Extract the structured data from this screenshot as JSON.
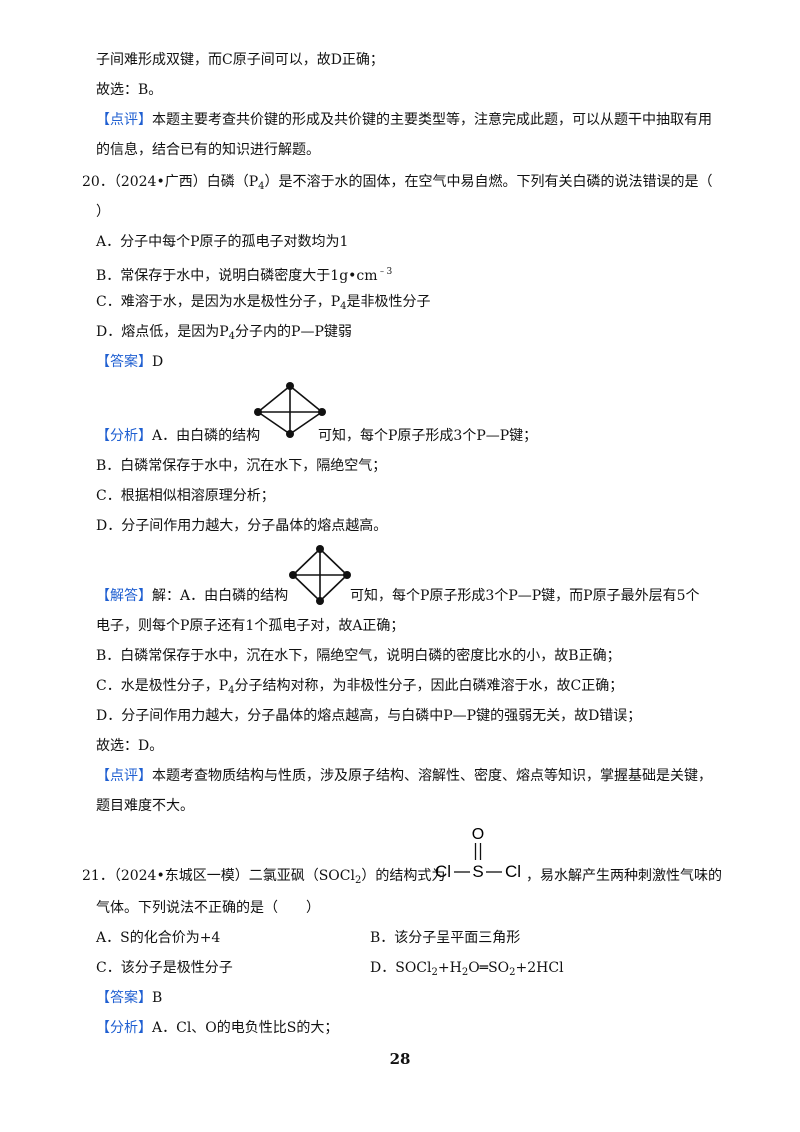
{
  "lines": {
    "l1": "子间难形成双键，而C原子间可以，故D正确；",
    "l2": "故选：B。",
    "l3_tag": "【点评】",
    "l3_text": "本题主要考查共价键的形成及共价键的主要类型等，注意完成此题，可以从题干中抽取有用",
    "l4": "的信息，结合已有的知识进行解题。"
  },
  "q20": {
    "number": "20．",
    "stem_a": "（2024•广西）白磷（P",
    "stem_sub": "4",
    "stem_b": "）是不溶于水的固体，在空气中易自燃。下列有关白磷的说法错误的是（",
    "stem_close": "）",
    "optA": "A．分子中每个P原子的孤电子对数均为1",
    "optB_a": "B．常保存于水中，说明白磷密度大于1g•cm",
    "optB_sup": "﹣3",
    "optC_a": "C．难溶于水，是因为水是极性分子，P",
    "optC_sub": "4",
    "optC_b": "是非极性分子",
    "optD_a": "D．熔点低，是因为P",
    "optD_sub": "4",
    "optD_b": "分子内的P—P键弱",
    "answer_tag": "【答案】",
    "answer": "D",
    "analysis_tag": "【分析】",
    "analysis_a": "A．由白磷的结构",
    "analysis_b": "可知，每个P原子形成3个P—P键；",
    "an_B": "B．白磷常保存于水中，沉在水下，隔绝空气；",
    "an_C": "C．根据相似相溶原理分析；",
    "an_D": "D．分子间作用力越大，分子晶体的熔点越高。",
    "solution_tag": "【解答】",
    "sol_a": "解：A．由白磷的结构",
    "sol_b": "可知，每个P原子形成3个P—P键，而P原子最外层有5个",
    "sol_2": "电子，则每个P原子还有1个孤电子对，故A正确；",
    "sol_B": "B．白磷常保存于水中，沉在水下，隔绝空气，说明白磷的密度比水的小，故B正确；",
    "sol_C_a": "C．水是极性分子，P",
    "sol_C_sub": "4",
    "sol_C_b": "分子结构对称，为非极性分子，因此白磷难溶于水，故C正确；",
    "sol_D": "D．分子间作用力越大，分子晶体的熔点越高，与白磷中P—P键的强弱无关，故D错误；",
    "sol_sel": "故选：D。",
    "review_tag": "【点评】",
    "review_a": "本题考查物质结构与性质，涉及原子结构、溶解性、密度、熔点等知识，掌握基础是关键，",
    "review_b": "题目难度不大。"
  },
  "q21": {
    "number": "21．",
    "stem_a": "（2024•东城区一模）二氯亚砜（SOCl",
    "stem_sub": "2",
    "stem_b": "）的结构式为",
    "struct_O": "O",
    "struct_Cl_left": "Cl",
    "struct_S": "S",
    "struct_Cl_right": "Cl",
    "stem_c": "，易水解产生两种刺激性气味的",
    "stem_2": "气体。下列说法不正确的是（　　）",
    "optA": "A．S的化合价为+4",
    "optB": "B．该分子呈平面三角形",
    "optC": "C．该分子是极性分子",
    "optD_a": "D．SOCl",
    "optD_s1": "2",
    "optD_b": "+H",
    "optD_s2": "2",
    "optD_c": "O═SO",
    "optD_s3": "2",
    "optD_d": "+2HCl",
    "answer_tag": "【答案】",
    "answer": "B",
    "analysis_tag": "【分析】",
    "analysis": "A．Cl、O的电负性比S的大；"
  },
  "page_number": "28"
}
